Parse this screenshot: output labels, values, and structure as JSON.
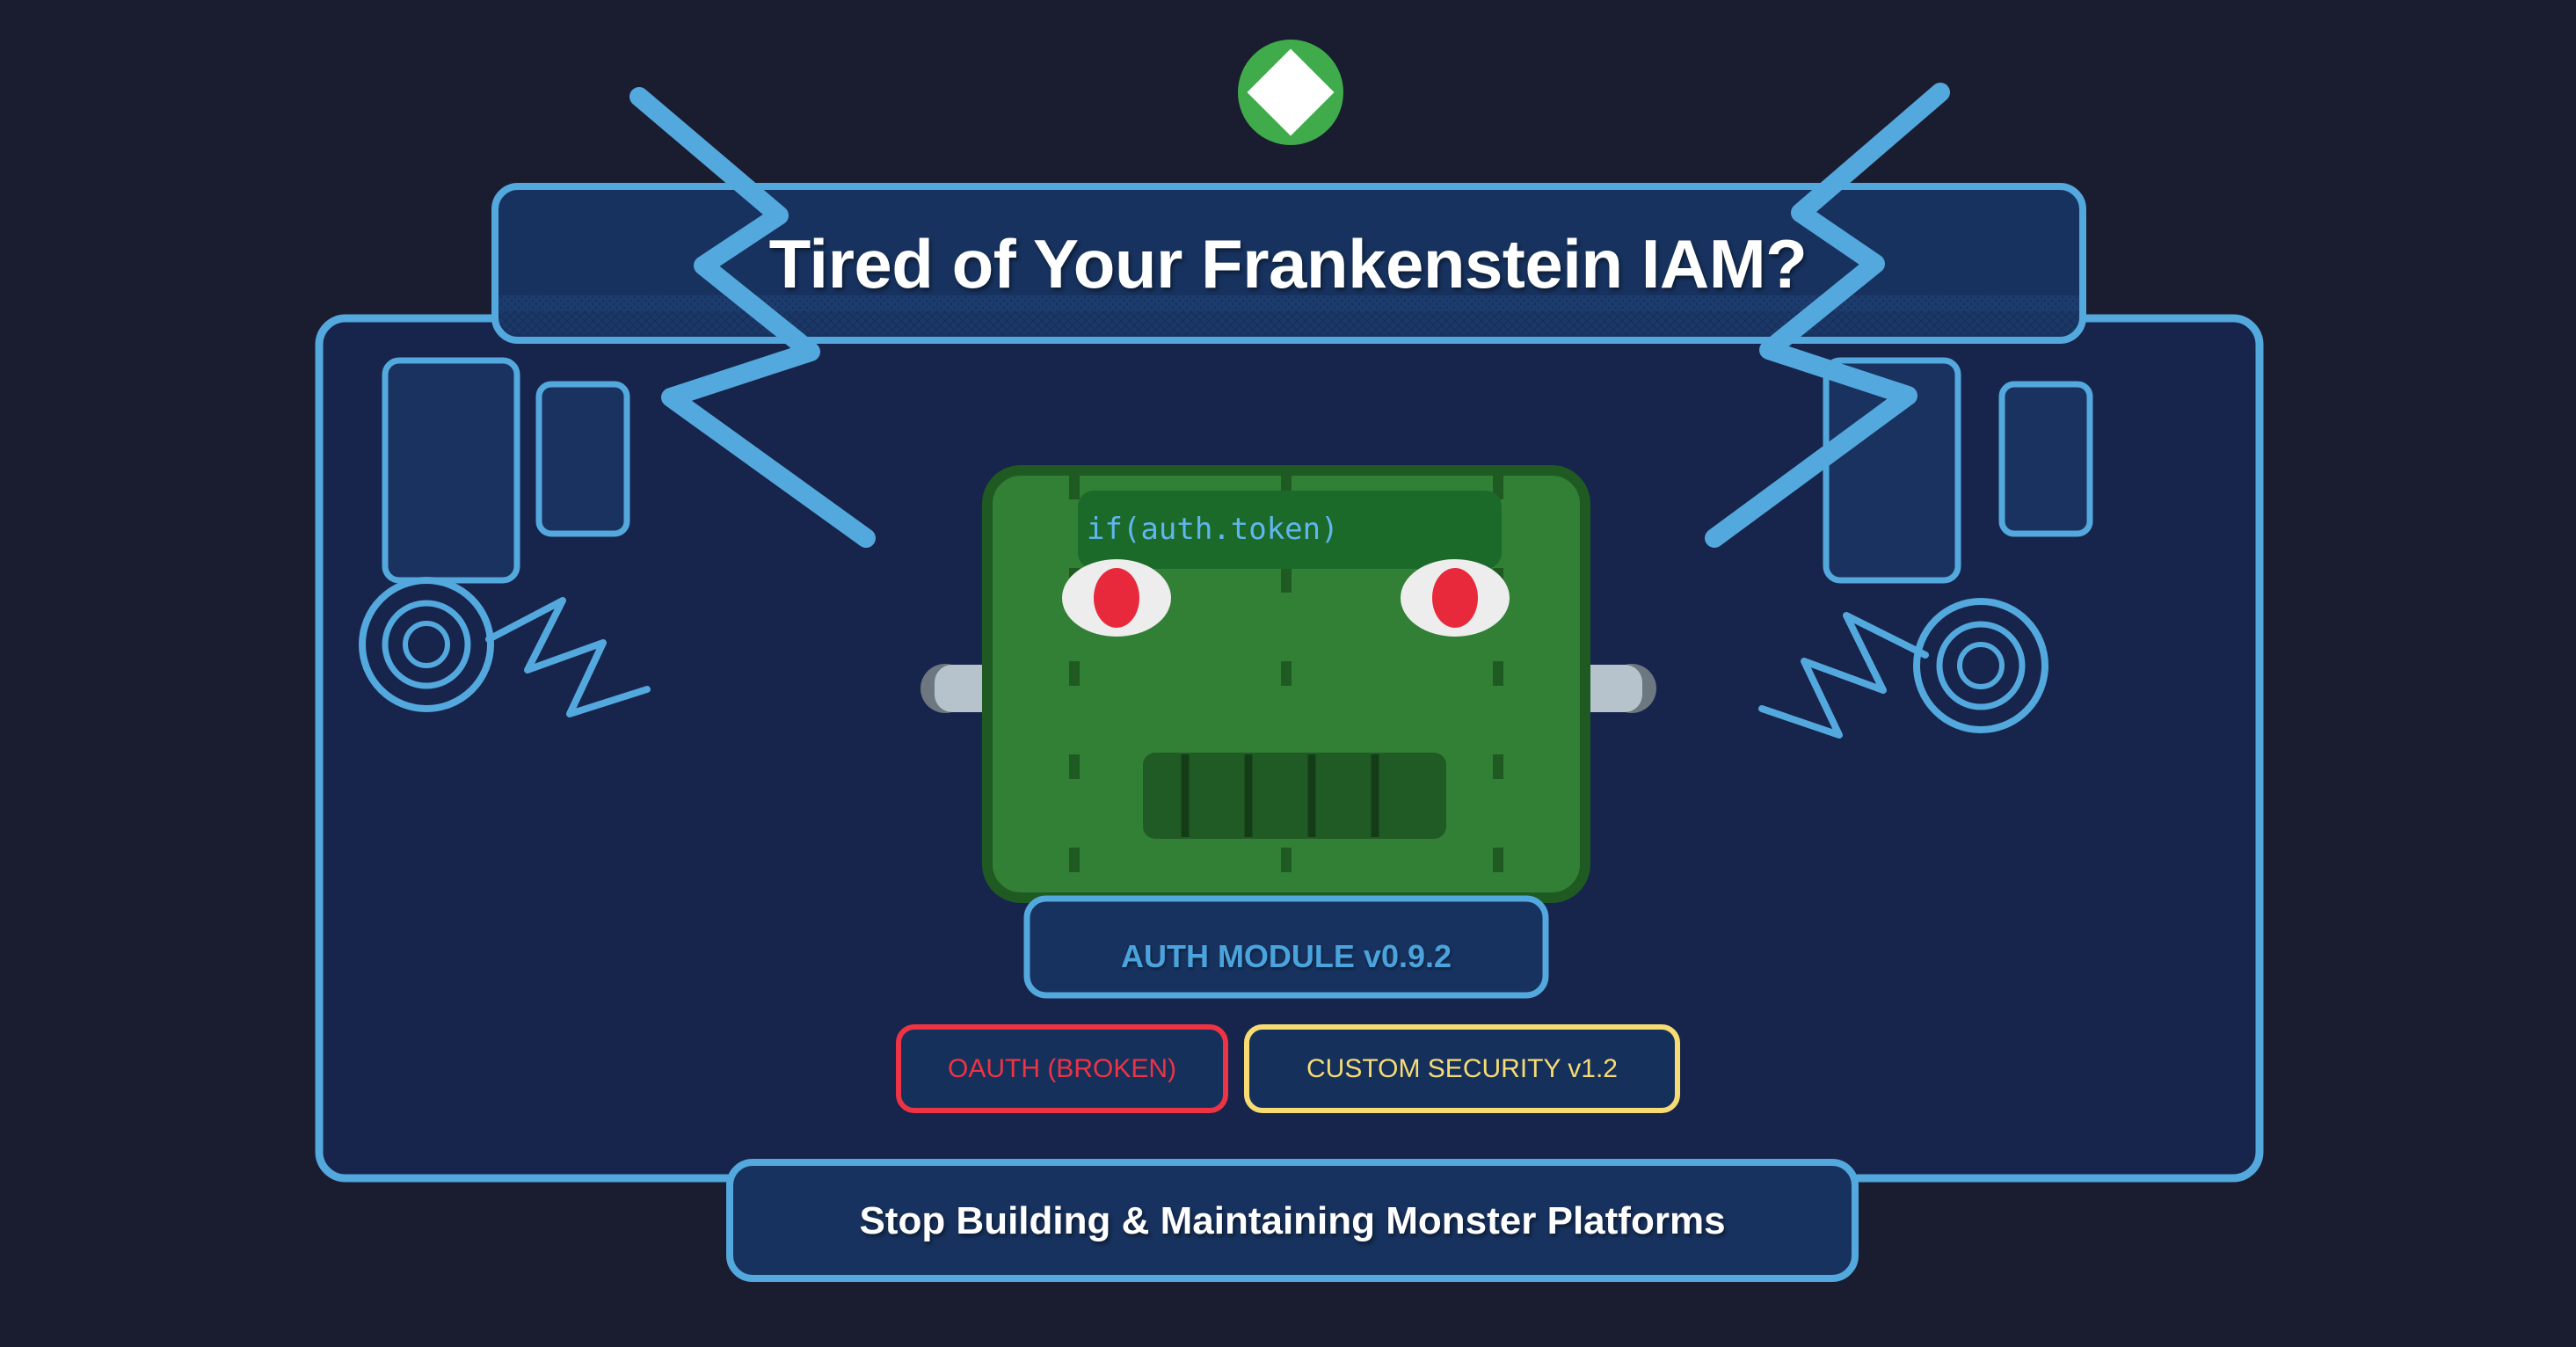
{
  "poster": {
    "headline": "Tired of Your Frankenstein IAM?",
    "tagline": "Stop Building & Maintaining Monster Platforms"
  },
  "logo": {
    "name": "diamond-logo",
    "circle_color": "#3fab4b",
    "diamond_color": "#ffffff"
  },
  "monster": {
    "code_snippet": "if(auth.token)",
    "body_color": "#318035",
    "body_border_color": "#1f5a23",
    "stitch_color": "#1f5a23",
    "eye_white_color": "#ededed",
    "eye_pupil_color": "#e8293c",
    "mouth_color": "#205a24",
    "bolt_color": "#b6c2cc",
    "bolt_cap_color": "#6d7780"
  },
  "badges": {
    "primary": {
      "label": "AUTH MODULE v0.9.2",
      "text_color": "#4ba3dd",
      "border_color": "#4ba3dd",
      "fill_color": "#17325e"
    },
    "secondary": [
      {
        "label": "OAUTH (BROKEN)",
        "text_color": "#ee3344",
        "border_color": "#ee3344",
        "fill_color": "#16305c"
      },
      {
        "label": "CUSTOM SECURITY v1.2",
        "text_color": "#f7dc74",
        "border_color": "#f7dc74",
        "fill_color": "#16305c"
      }
    ]
  },
  "theme": {
    "background": "#1a1c30",
    "frame_fill": "#17244b",
    "frame_stroke": "#53a8dd",
    "banner_fill": "#17325e",
    "accent": "#53a8dd"
  },
  "decor": {
    "left_cluster": [
      "rounded-rect-large",
      "rounded-rect-small",
      "concentric-circles",
      "lightning-zigzag"
    ],
    "right_cluster": [
      "rounded-rect-large",
      "rounded-rect-small",
      "concentric-circles",
      "lightning-zigzag"
    ],
    "big_bolts": [
      "lightning-bolt-left",
      "lightning-bolt-right"
    ]
  }
}
